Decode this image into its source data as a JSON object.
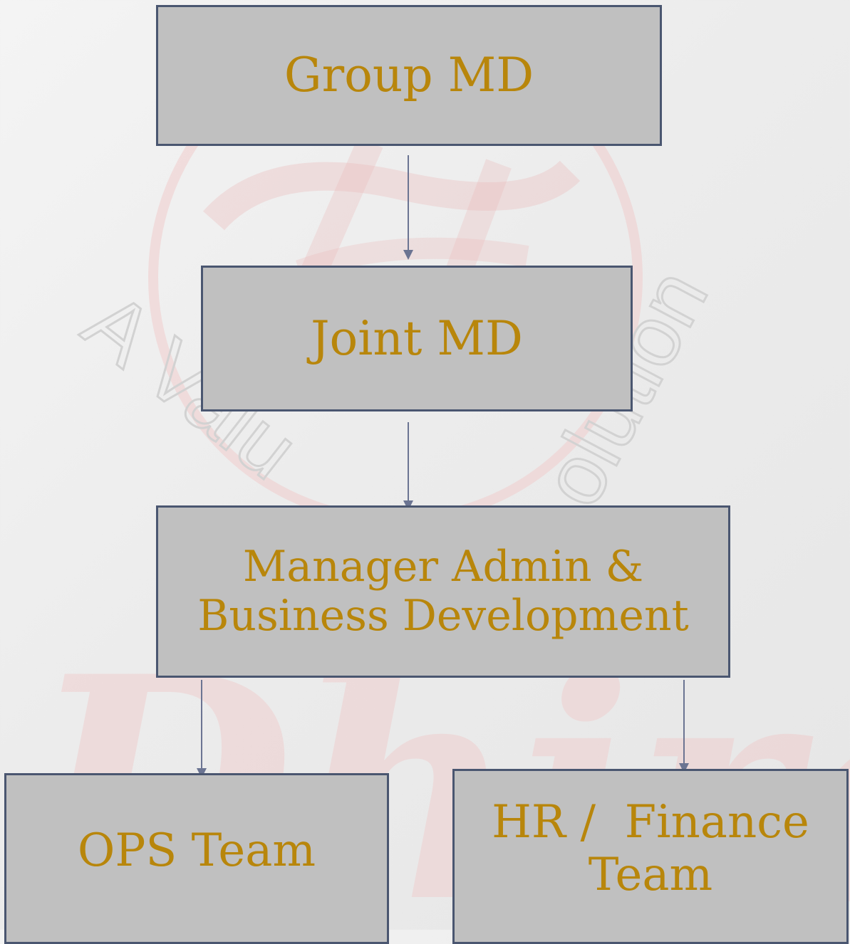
{
  "diagram": {
    "nodes": [
      {
        "id": "group_md",
        "label": "Group MD"
      },
      {
        "id": "joint_md",
        "label": "Joint MD"
      },
      {
        "id": "manager",
        "label_line1": "Manager Admin &",
        "label_line2": "Business Development"
      },
      {
        "id": "ops",
        "label": "OPS Team"
      },
      {
        "id": "hr",
        "label_line1": "HR /  Finance",
        "label_line2": "Team"
      }
    ],
    "edges": [
      {
        "from": "group_md",
        "to": "joint_md"
      },
      {
        "from": "joint_md",
        "to": "manager"
      },
      {
        "from": "manager",
        "to": "ops"
      },
      {
        "from": "manager",
        "to": "hr"
      }
    ]
  },
  "watermark": {
    "tagline_left": "A Valu",
    "tagline_right": "olution",
    "script_text": "Dhiraj"
  },
  "colors": {
    "box_fill": "#c0c0c0",
    "box_border": "#4a5670",
    "text": "#b8860b",
    "connector": "#6b7492",
    "watermark_red": "#e8a6a6",
    "watermark_gray": "#d2d2d2"
  }
}
